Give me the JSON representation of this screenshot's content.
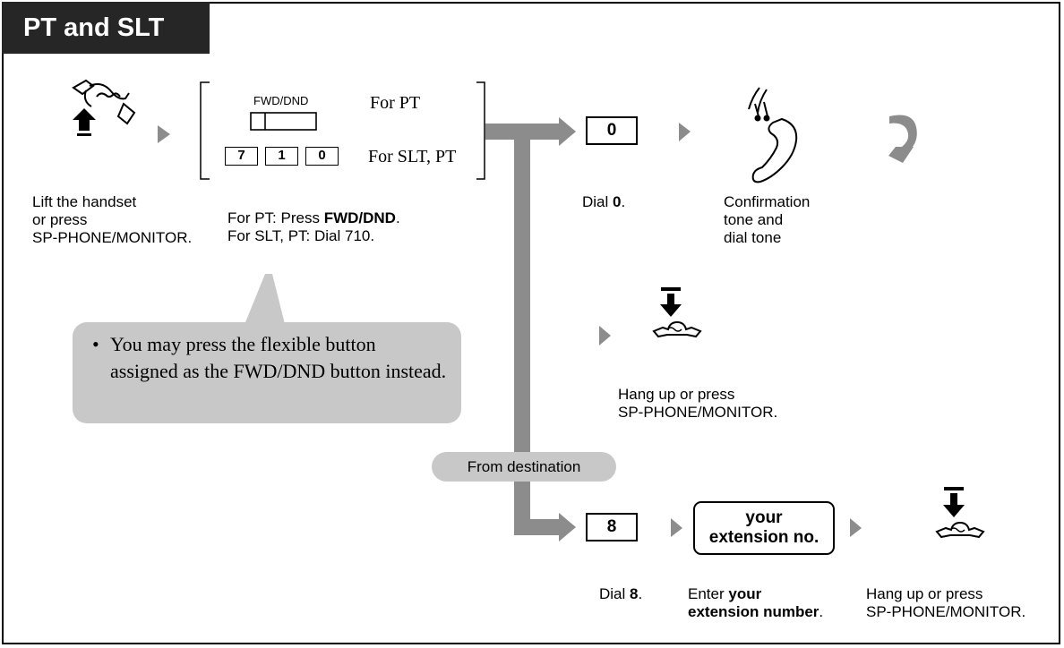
{
  "header": {
    "title": "PT and SLT"
  },
  "step1": {
    "label_line1": "Lift the handset",
    "label_line2": "or press",
    "label_line3": "SP-PHONE/MONITOR."
  },
  "step2": {
    "fwd_label": "FWD/DND",
    "for_pt": "For PT",
    "keys": [
      "7",
      "1",
      "0"
    ],
    "for_slt_pt": "For SLT, PT",
    "desc_line1_prefix": "For PT: Press ",
    "desc_line1_bold": "FWD/DND",
    "desc_line1_suffix": ".",
    "desc_line2": "For SLT, PT: Dial 710."
  },
  "note": {
    "bullet": "•",
    "text": "You may press the flexible button assigned as the FWD/DND button instead."
  },
  "branch_top": {
    "key": "0",
    "dial_prefix": "Dial ",
    "dial_bold": "0",
    "dial_suffix": ".",
    "tone_line1": "Confirmation",
    "tone_line2": "tone and",
    "tone_line3": "dial tone"
  },
  "hangup_top": {
    "line1": "Hang up or press",
    "line2": "SP-PHONE/MONITOR."
  },
  "from_destination": "From destination",
  "branch_bottom": {
    "key": "8",
    "dial_prefix": "Dial ",
    "dial_bold": "8",
    "dial_suffix": ".",
    "ext_line1": "your",
    "ext_line2": "extension no.",
    "enter_prefix": "Enter ",
    "enter_bold1": "your",
    "enter_bold2": "extension number",
    "enter_suffix": ".",
    "hang_line1": "Hang up or press",
    "hang_line2": "SP-PHONE/MONITOR."
  },
  "colors": {
    "header_bg": "#262626",
    "gray_arrow": "#8c8c8c",
    "note_bg": "#c8c8c8"
  }
}
